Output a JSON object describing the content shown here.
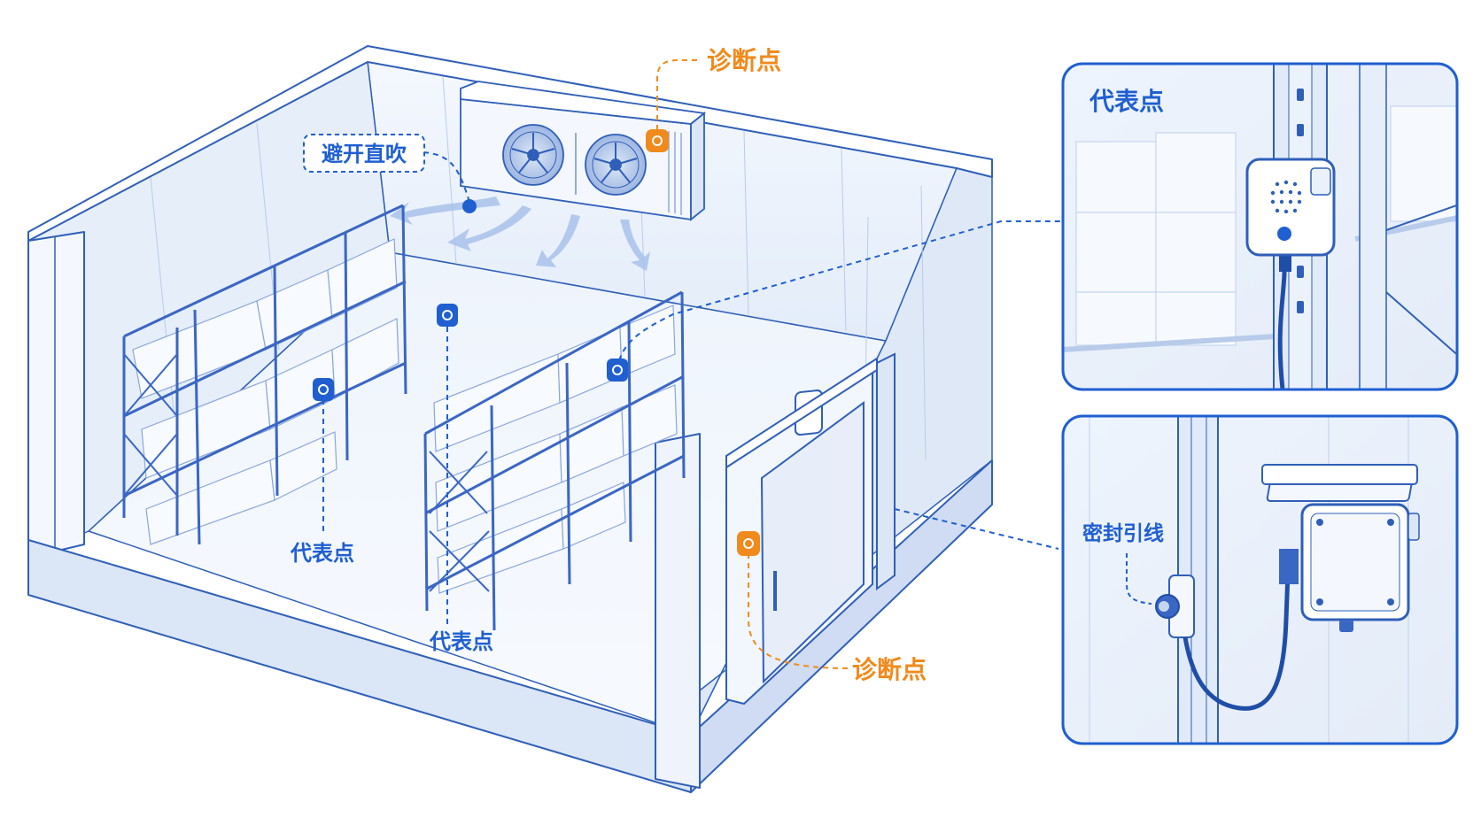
{
  "labels": {
    "diagnostic_top": "诊断点",
    "avoid_direct_blow": "避开直吹",
    "representative_left": "代表点",
    "representative_middle": "代表点",
    "diagnostic_door": "诊断点",
    "inset_top_title": "代表点",
    "inset_bottom_sealed_lead": "密封引线"
  },
  "colors": {
    "structure_blue": "#2f5fb8",
    "accent_blue": "#1f5fd0",
    "diagnostic_orange": "#f08a1c",
    "wall_fill": "#eaf1fb",
    "floor_fill": "#f3f7fd",
    "shelf_blue": "#3a66c4"
  },
  "icons": {
    "rep_marker": "location-pin-icon",
    "diag_marker": "location-pin-icon",
    "fan": "fan-icon",
    "sensor": "sensor-box-icon",
    "junction": "junction-box-icon"
  }
}
